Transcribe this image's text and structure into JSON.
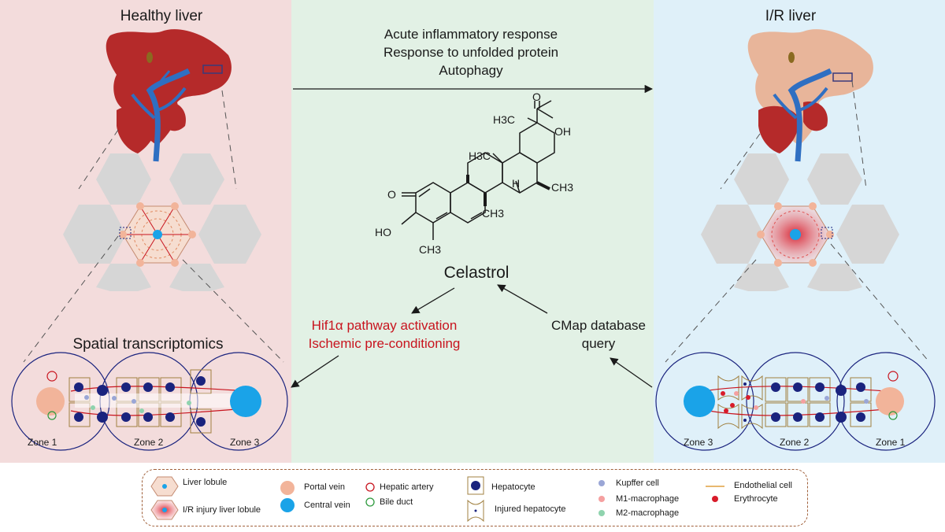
{
  "panels": {
    "left_title": "Healthy liver",
    "right_title": "I/R liver",
    "spatial_title": "Spatial transcriptomics"
  },
  "top_processes": [
    "Acute inflammatory response",
    "Response to unfolded protein",
    "Autophagy"
  ],
  "compound": {
    "name": "Celastrol",
    "labels": {
      "h3c_top": "H3C",
      "oh": "OH",
      "o_acid": "O",
      "h3c_mid": "H3C",
      "h": "H",
      "ch3_right": "CH3",
      "ch3_mid": "CH3",
      "o_ketone": "O",
      "ho": "HO",
      "ch3_bottom": "CH3"
    }
  },
  "effects": [
    "Hif1α pathway activation",
    "Ischemic pre-conditioning"
  ],
  "query": [
    "CMap database",
    "query"
  ],
  "zones": {
    "z1": "Zone 1",
    "z2": "Zone 2",
    "z3": "Zone 3"
  },
  "legend": {
    "liver_lobule": "Liver lobule",
    "ir_lobule": "I/R injury liver lobule",
    "portal_vein": "Portal vein",
    "central_vein": "Central vein",
    "hepatic_artery": "Hepatic artery",
    "bile_duct": "Bile duct",
    "hepatocyte": "Hepatocyte",
    "injured_hepatocyte": "Injured hepatocyte",
    "kupffer": "Kupffer cell",
    "m1": "M1-macrophage",
    "m2": "M2-macrophage",
    "endothelial": "Endothelial cell",
    "erythrocyte": "Erythrocyte"
  },
  "colors": {
    "healthy_liver": "#b52a2a",
    "ir_liver": "#e8b59a",
    "vessel_blue": "#2f6fc2",
    "portal_vein": "#f2b49a",
    "central_vein": "#1aa3e8",
    "hepatocyte_nucleus": "#1a237e",
    "warning_red": "#c8141e"
  }
}
